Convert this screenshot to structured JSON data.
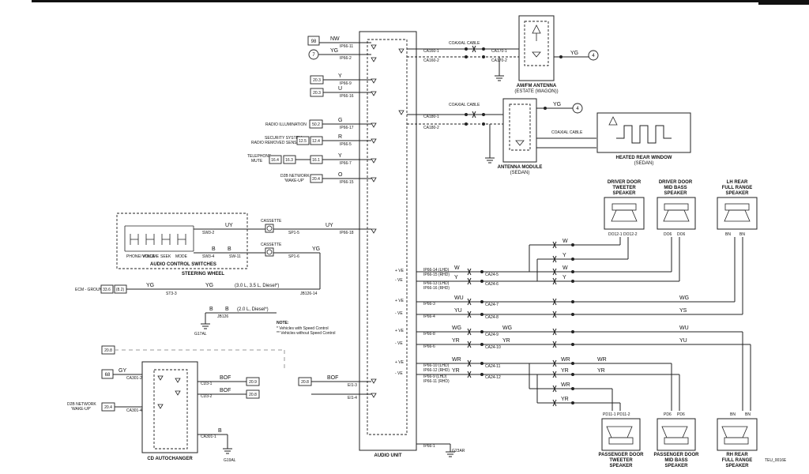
{
  "components": {
    "audio_unit": "AUDIO UNIT",
    "am_fm_antenna": "AM/FM ANTENNA",
    "am_fm_antenna_sub": "(ESTATE (WAGON))",
    "antenna_module": "ANTENNA MODULE",
    "antenna_module_sub": "(SEDAN)",
    "heated_rear_window": "HEATED REAR WINDOW",
    "heated_rear_window_sub": "(SEDAN)",
    "steering_wheel": "STEERING WHEEL",
    "audio_control_switches": "AUDIO CONTROL SWITCHES",
    "cd_autochanger": "CD AUTOCHANGER",
    "switch_labels": [
      "PHONE/ VOICE",
      "VOLUME",
      "SEEK",
      "MODE"
    ],
    "speakers": {
      "driver_tweeter": [
        "DRIVER DOOR",
        "TWEETER",
        "SPEAKER"
      ],
      "driver_mid": [
        "DRIVER DOOR",
        "MID BASS",
        "SPEAKER"
      ],
      "lh_rear": [
        "LH REAR",
        "FULL RANGE",
        "SPEAKER"
      ],
      "pass_tweeter": [
        "PASSENGER DOOR",
        "TWEETER",
        "SPEAKER"
      ],
      "pass_mid": [
        "PASSENGER DOOR",
        "MID BASS",
        "SPEAKER"
      ],
      "rh_rear": [
        "RH REAR",
        "FULL RANGE",
        "SPEAKER"
      ]
    }
  },
  "refs": {
    "r98": "98",
    "r7": "7",
    "r4a": "4",
    "r4b": "4",
    "r68": "68",
    "r20_3a": "20.3",
    "r20_3b": "20.3",
    "r50_2": "50.2",
    "r12_5": "12.5",
    "r12_4": "12.4",
    "r16_4": "16.4",
    "r16_3": "16.3",
    "r16_1": "16.1",
    "r20_4a": "20.4",
    "r33_6": "33.6",
    "r8_2": "(8.2)",
    "r20_8a": "20.8",
    "r20_9": "20.9",
    "r20_8b": "20.8",
    "r20_4b": "20.4",
    "r20_8c": "20.8"
  },
  "left_labels": {
    "radio_illum": "RADIO ILLUMINATION",
    "security_1": "SECURITY SYSTEM",
    "security_2": "RADIO REMOVED SENSING",
    "telephone_1": "TELEPHONE",
    "telephone_2": "MUTE",
    "d2b_1": "D2B NETWORK",
    "d2b_2": "'WAKE-UP'",
    "ecm_ground": "ECM - GROUND",
    "cd_d2b_1": "D2B NETWORK",
    "cd_d2b_2": "'WAKE-UP'"
  },
  "wires": {
    "nw": "NW",
    "yg1": "YG",
    "y1": "Y",
    "u1": "U",
    "g1": "G",
    "r1": "R",
    "y2": "Y",
    "o1": "O",
    "uy1": "UY",
    "uy2": "UY",
    "b1": "B",
    "b2": "B",
    "yg2": "YG",
    "yg3": "YG",
    "yg4": "YG",
    "b3": "B",
    "b4": "B",
    "yg_ant": "YG",
    "yg_mod": "YG",
    "gy": "GY",
    "bof1": "BOF",
    "bof2": "BOF",
    "bof3": "BOF",
    "b_cd": "B",
    "w_a": "W",
    "y_a": "Y",
    "w_b": "W",
    "y_b": "Y",
    "w_c": "W",
    "y_c": "Y",
    "wu_a": "WU",
    "yu_a": "YU",
    "wg_r": "WG",
    "ys_r": "YS",
    "wg_a": "WG",
    "yr_a": "YR",
    "wg_b": "WG",
    "yr_b": "YR",
    "wu_r": "WU",
    "yu_r": "YU",
    "wr_a": "WR",
    "yr_c": "YR",
    "wr_b": "WR",
    "yr_d": "YR",
    "wr_c": "WR",
    "yr_e": "YR",
    "wr_d": "WR",
    "yr_f": "YR",
    "coax1": "COAXIAL CABLE",
    "coax2": "COAXIAL CABLE",
    "coax3": "COAXIAL CABLE",
    "path_30": "(3.0 L, 3.5 L, Diesel*)",
    "path_20": "(2.0 L, Diesel*)"
  },
  "notes": {
    "title": "NOTE:",
    "line1": "* Vehicles with Speed Control",
    "line2": "** Vehicles without Speed Control"
  },
  "cassette_labels": [
    "CASSETTE",
    "CASSETTE"
  ],
  "pin_labels": {
    "ip_a": [
      "IP66-11",
      "IP66-2",
      "IP66-9",
      "IP66-16",
      "IP66-17",
      "IP66-5",
      "IP66-7",
      "IP66-15",
      "IP66-18"
    ],
    "ip_b": [
      "IP66-14 (LHD)",
      "IP66-15 (RHD)",
      "IP66-13 (LHD)",
      "IP66-16 (RHD)",
      "IP66-3",
      "IP66-4",
      "IP66-8",
      "IP66-6",
      "IP66-10 (LHD)",
      "IP66-12 (RHD)",
      "IP66-9 (LHD)",
      "IP66-11 (RHD)",
      "IP66-1"
    ],
    "ground_labels": [
      "G17AL",
      "G23AR",
      "G19AL"
    ],
    "ca_top": [
      "CA160-1",
      "CA160-2",
      "CA170-1",
      "CA170-2",
      "CA180-1",
      "CA180-2"
    ],
    "ca_mid": [
      "CA24-5",
      "CA24-6",
      "CA24-7",
      "CA24-8",
      "CA24-9",
      "CA24-10",
      "CA24-11",
      "CA24-12"
    ],
    "sw": [
      "SW3-2",
      "SW3-4",
      "SW-11",
      "SP1-5",
      "SP1-6",
      "JB126-14",
      "JB126",
      "ST3-3"
    ],
    "cd": [
      "CA301-2",
      "CA301-4",
      "CD3-1",
      "CD3-2",
      "CA301-1",
      "EI1-3",
      "EI1-4"
    ],
    "spk_top": [
      "DO12-1",
      "DO12-2",
      "DO6",
      "DO6",
      "BN",
      "BN"
    ],
    "spk_bot": [
      "PD11-1",
      "PD11-2",
      "PD6",
      "PD6",
      "BN",
      "BN"
    ]
  },
  "polarity": [
    "+ VE",
    "- VE",
    "+ VE",
    "- VE",
    "+ VE",
    "- VE",
    "+ VE",
    "- VE"
  ],
  "footer": {
    "code": "TEU_0016E"
  }
}
